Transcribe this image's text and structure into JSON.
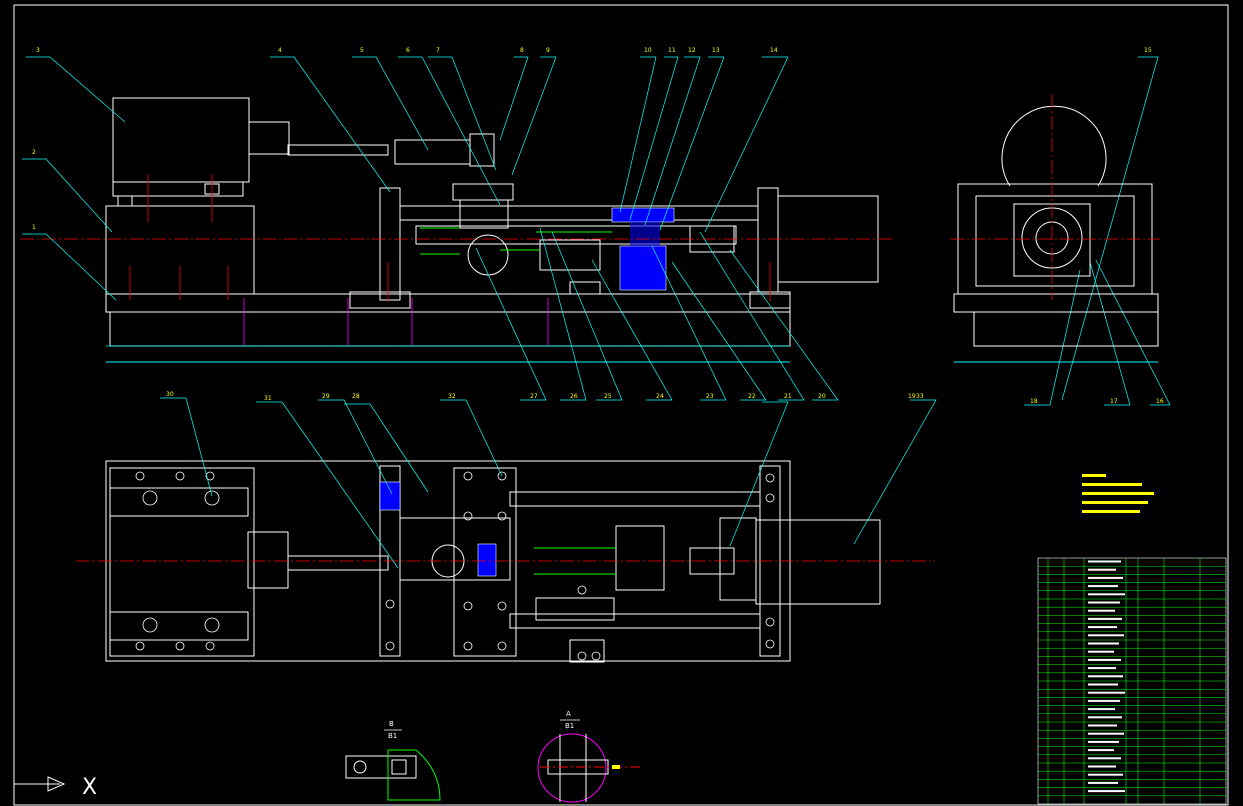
{
  "callouts_top": [
    "3",
    "2",
    "1",
    "4",
    "5",
    "6",
    "7",
    "8",
    "9",
    "10",
    "11",
    "12",
    "13",
    "14",
    "15"
  ],
  "callouts_top_bottom": [
    "27",
    "26",
    "25",
    "24",
    "23",
    "22",
    "21",
    "20",
    "19",
    "18",
    "17",
    "16"
  ],
  "callouts_plan": [
    "30",
    "31",
    "29",
    "28",
    "32",
    "33"
  ],
  "section_marks": {
    "left_label": "B",
    "left_sub": "B1",
    "right_label": "A",
    "right_sub": "B1"
  },
  "axis": {
    "letter": "X"
  },
  "colors": {
    "background": "#000000",
    "outline": "#ffffff",
    "leader": "#00ffff",
    "centerline": "#ff0000",
    "section_fill": "#0000ff",
    "table_grid": "#00ff00",
    "callout_text": "#ffff00",
    "dimension": "#ff00ff"
  }
}
